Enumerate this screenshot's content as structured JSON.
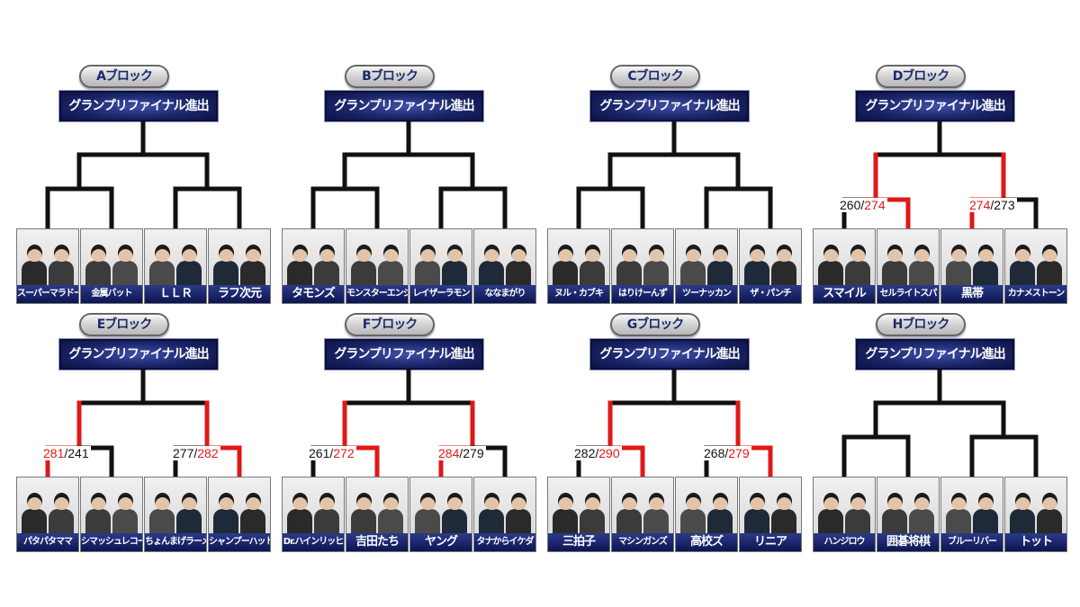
{
  "colors": {
    "bracket_line": "#111111",
    "winner_line": "#e01818",
    "banner_bg": "#1a2466"
  },
  "blocks": [
    {
      "label": "Aブロック",
      "banner": "グランプリファイナル進出",
      "winner": null,
      "left_winner": null,
      "right_winner": null,
      "teams": [
        "スーパーマラドーナ",
        "金属バット",
        "ＬＬＲ",
        "ラフ次元"
      ],
      "scores_left": null,
      "scores_right": null
    },
    {
      "label": "Bブロック",
      "banner": "グランプリファイナル進出",
      "winner": null,
      "left_winner": null,
      "right_winner": null,
      "teams": [
        "タモンズ",
        "モンスターエンジン",
        "レイザーラモン",
        "ななまがり"
      ],
      "scores_left": null,
      "scores_right": null
    },
    {
      "label": "Cブロック",
      "banner": "グランプリファイナル進出",
      "winner": null,
      "left_winner": null,
      "right_winner": null,
      "teams": [
        "ヌル・カブキ",
        "はりけーんず",
        "ツーナッカン",
        "ザ・パンチ"
      ],
      "scores_left": null,
      "scores_right": null
    },
    {
      "label": "Dブロック",
      "banner": "グランプリファイナル進出",
      "winner": null,
      "left_winner": 1,
      "right_winner": 0,
      "teams": [
        "スマイル",
        "セルライトスパ",
        "黒帯",
        "カナメストーン"
      ],
      "scores_left": {
        "a": "260",
        "b": "274"
      },
      "scores_right": {
        "a": "274",
        "b": "273"
      }
    },
    {
      "label": "Eブロック",
      "banner": "グランプリファイナル進出",
      "winner": null,
      "left_winner": 0,
      "right_winner": 1,
      "teams": [
        "パタパタママ",
        "シマッシュレコード",
        "ちょんまげラーメン",
        "シャンプーハット"
      ],
      "scores_left": {
        "a": "281",
        "b": "241"
      },
      "scores_right": {
        "a": "277",
        "b": "282"
      }
    },
    {
      "label": "Fブロック",
      "banner": "グランプリファイナル進出",
      "winner": null,
      "left_winner": 1,
      "right_winner": 0,
      "teams": [
        "Dr.ハインリッヒ",
        "吉田たち",
        "ヤング",
        "タナからイケダ"
      ],
      "scores_left": {
        "a": "261",
        "b": "272"
      },
      "scores_right": {
        "a": "284",
        "b": "279"
      }
    },
    {
      "label": "Gブロック",
      "banner": "グランプリファイナル進出",
      "winner": null,
      "left_winner": 1,
      "right_winner": 1,
      "teams": [
        "三拍子",
        "マシンガンズ",
        "高校ズ",
        "リニア"
      ],
      "scores_left": {
        "a": "282",
        "b": "290"
      },
      "scores_right": {
        "a": "268",
        "b": "279"
      }
    },
    {
      "label": "Hブロック",
      "banner": "グランプリファイナル進出",
      "winner": null,
      "left_winner": null,
      "right_winner": null,
      "teams": [
        "ハンジロウ",
        "囲碁将棋",
        "ブルーリバー",
        "トット"
      ],
      "scores_left": null,
      "scores_right": null
    }
  ]
}
